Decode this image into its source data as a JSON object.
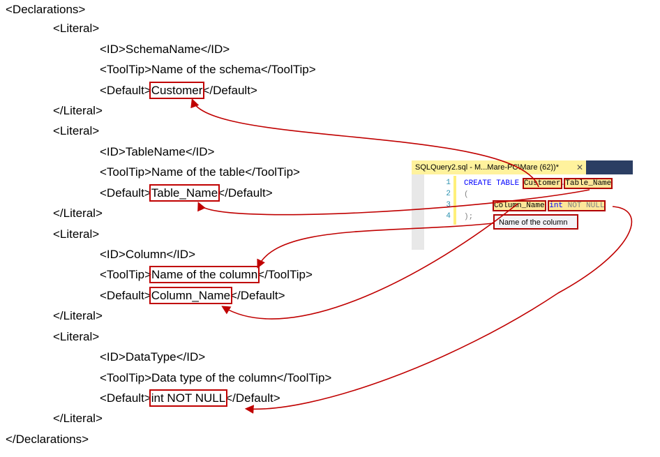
{
  "xml_lines": [
    "<Declarations>",
    "<Literal>",
    "<ID>SchemaName</ID>",
    "<ToolTip>Name of the schema</ToolTip>",
    "</Literal>",
    "<Literal>",
    "<ID>TableName</ID>",
    "<ToolTip>Name of the table</ToolTip>",
    "</Literal>",
    "<Literal>",
    "<ID>Column</ID>",
    "</Literal>",
    "<Literal>",
    "<ID>DataType</ID>",
    "<ToolTip>Data type of the column</ToolTip>",
    "</Literal>",
    "</Declarations>"
  ],
  "tags": {
    "default_open": "<Default>",
    "default_close": "</Default>",
    "tooltip_open": "<ToolTip>",
    "tooltip_close": "</ToolTip>"
  },
  "values": {
    "schema_default": "Customer",
    "table_default": "Table_Name",
    "column_tooltip": "Name of the column",
    "column_default": "Column_Name",
    "datatype_default": "int NOT NULL"
  },
  "editor": {
    "tab_title": "SQLQuery2.sql - M...Mare-PC\\Mare (62))*",
    "close_icon": "✕",
    "line_numbers": [
      "1",
      "2",
      "3",
      "4"
    ],
    "create_kw": "CREATE TABLE",
    "schema": "Customer",
    "dot": ".",
    "table": "Table_Name",
    "open_paren": "(",
    "column": "Column_Name",
    "type_kw": "int",
    "not_null": "NOT NULL",
    "close": ");",
    "tooltip": "Name of the column"
  },
  "colors": {
    "arrow": "#c00000",
    "highlight": "#fde79a"
  }
}
